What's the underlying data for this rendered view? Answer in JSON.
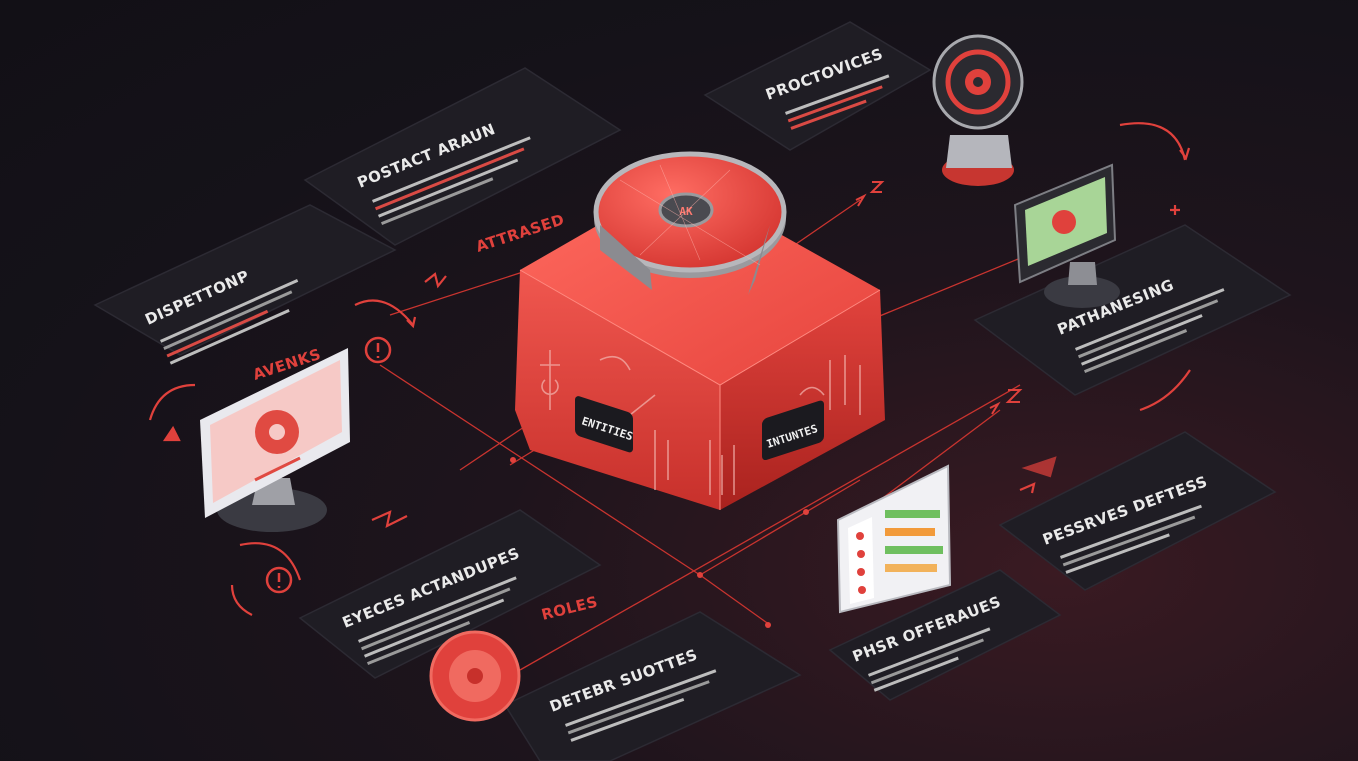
{
  "colors": {
    "accent": "#e53a35",
    "accent_dark": "#a8231f",
    "card": "#1f1d24",
    "card_edge": "#2c2a33",
    "text_main": "#eaeaea",
    "text_red": "#d94a44",
    "line": "#c9342f"
  },
  "cards": [
    {
      "title": "DISPETTONP"
    },
    {
      "title": "POSTACT ARAUN"
    },
    {
      "title": "PROCTOVICES"
    },
    {
      "title": "PATHANESING"
    },
    {
      "title": "PESSRVES DEFTESS"
    },
    {
      "title": "EYECES ACTANDUPES"
    },
    {
      "title": "PHSR OFFERAUES"
    },
    {
      "title": "DETEBR SUOTTES"
    }
  ],
  "labels": {
    "avenk": "AVENKS",
    "attrased": "ATTRASED",
    "roles": "ROLES"
  },
  "cube_tags": {
    "left": "ENTITIES",
    "right": "INTUNTES"
  },
  "hub_tag": "AK",
  "icons": {
    "hub": "gear-icon",
    "server": "server-box-icon",
    "monitor": "monitor-icon",
    "badge": "warning-badge-icon",
    "arrow": "curved-arrow-icon"
  }
}
